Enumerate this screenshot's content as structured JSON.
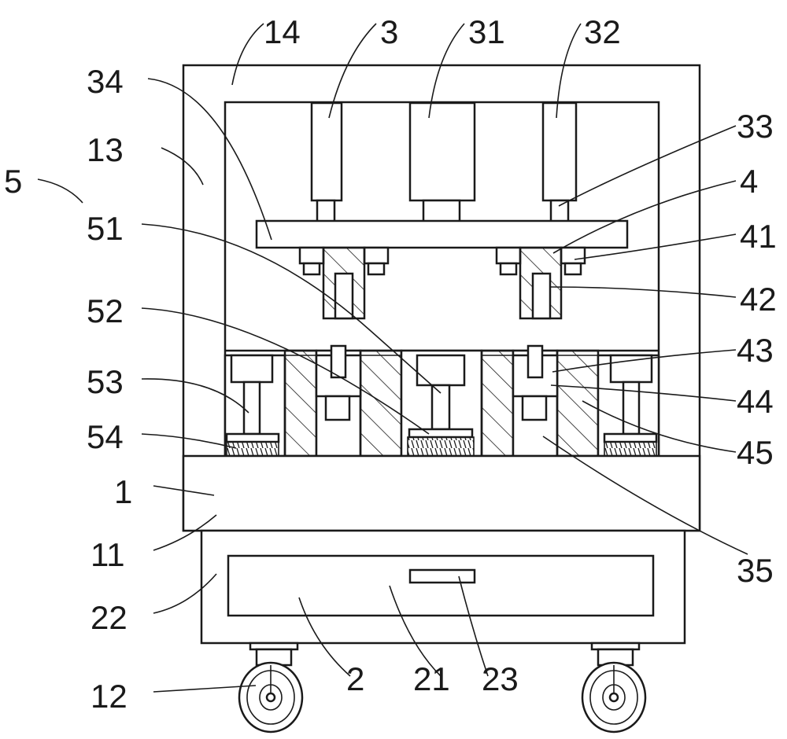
{
  "labels": {
    "l14": "14",
    "l3": "3",
    "l31": "31",
    "l32": "32",
    "l34": "34",
    "l33": "33",
    "l13": "13",
    "l5": "5",
    "l4": "4",
    "l51": "51",
    "l41": "41",
    "l42": "42",
    "l52": "52",
    "l43": "43",
    "l53": "53",
    "l44": "44",
    "l54": "54",
    "l45": "45",
    "l1": "1",
    "l11": "11",
    "l35": "35",
    "l22": "22",
    "l12": "12",
    "l2": "2",
    "l21": "21",
    "l23": "23"
  }
}
